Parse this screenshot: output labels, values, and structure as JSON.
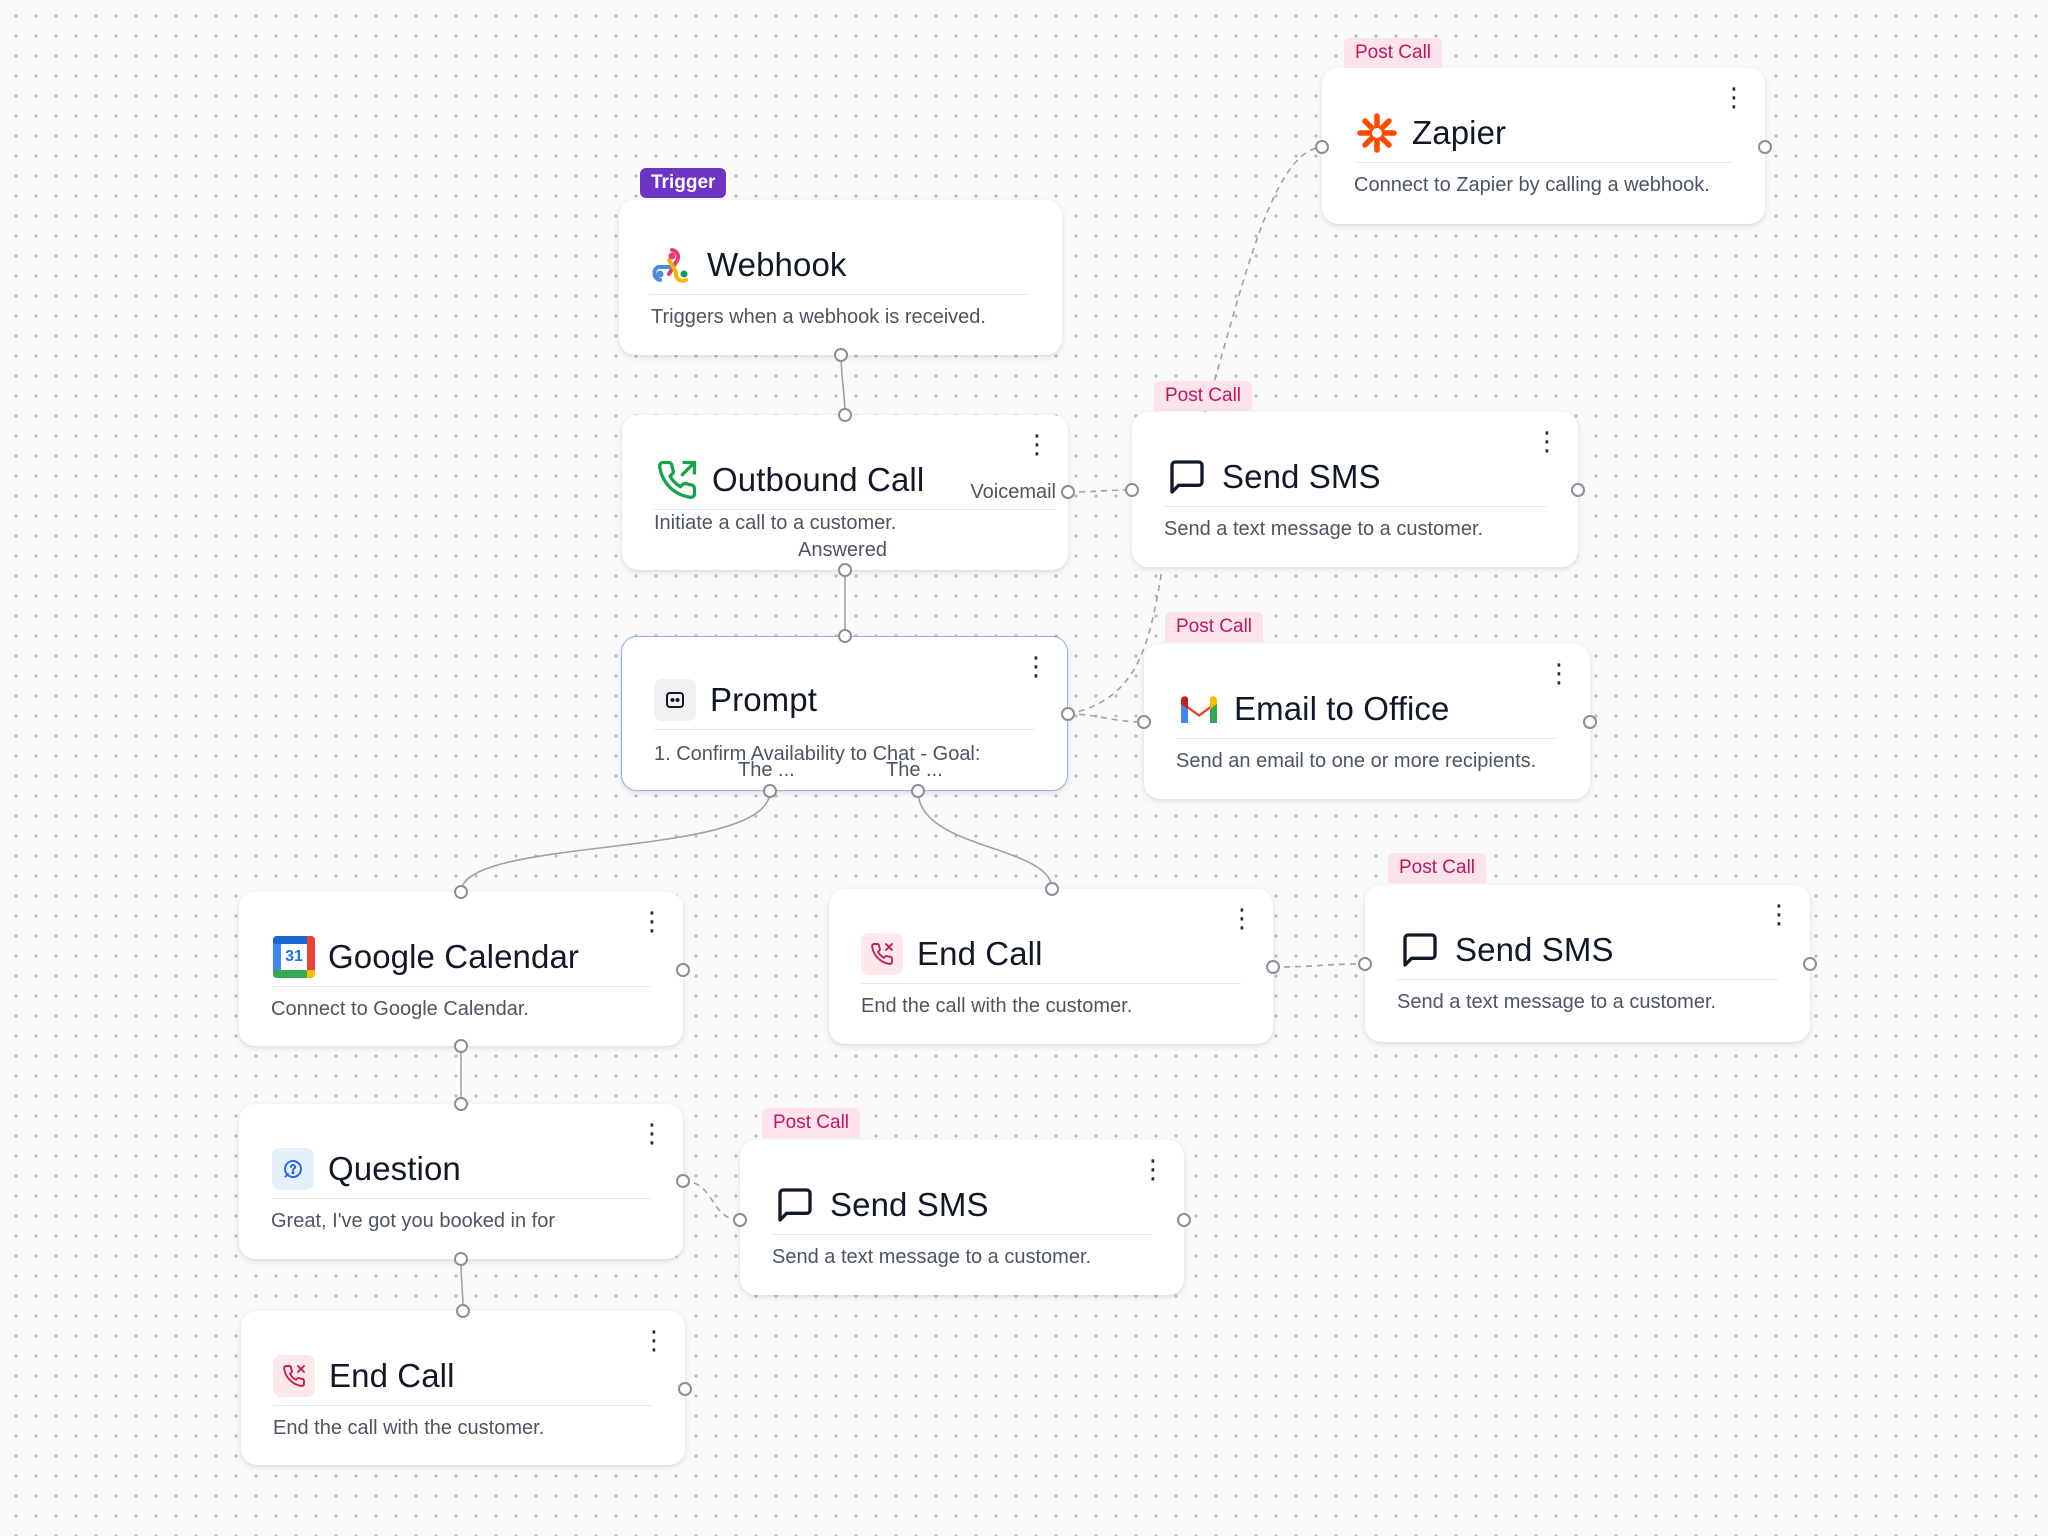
{
  "nodes": {
    "zapier": {
      "tag": "Post Call",
      "title": "Zapier",
      "desc": "Connect to Zapier by calling a webhook."
    },
    "webhook": {
      "tag": "Trigger",
      "title": "Webhook",
      "desc": "Triggers when a webhook is received."
    },
    "outbound": {
      "title": "Outbound Call",
      "desc": "Initiate a call to a customer.",
      "port_voicemail": "Voicemail",
      "port_answered": "Answered"
    },
    "sms1": {
      "tag": "Post Call",
      "title": "Send SMS",
      "desc": "Send a text message to a customer."
    },
    "prompt": {
      "title": "Prompt",
      "desc": "1. Confirm Availability to Chat - Goal:",
      "port_left": "The ...",
      "port_right": "The ..."
    },
    "email": {
      "tag": "Post Call",
      "title": "Email to Office",
      "desc": "Send an email to one or more recipients."
    },
    "gcal": {
      "title": "Google Calendar",
      "desc": "Connect to Google Calendar.",
      "icon_day": "31"
    },
    "endcall1": {
      "title": "End Call",
      "desc": "End the call with the customer."
    },
    "sms2": {
      "tag": "Post Call",
      "title": "Send SMS",
      "desc": "Send a text message to a customer."
    },
    "question": {
      "title": "Question",
      "desc": "Great, I've got you booked in for"
    },
    "sms3": {
      "tag": "Post Call",
      "title": "Send SMS",
      "desc": "Send a text message to a customer."
    },
    "endcall2": {
      "title": "End Call",
      "desc": "End the call with the customer."
    }
  },
  "kebab_glyph": "⋮",
  "colors": {
    "trigger_tag": "#6d35c4",
    "post_call_tag_bg": "#fde4ec",
    "post_call_tag_text": "#be185d",
    "selected_border": "#93b4e8",
    "handle": "#8a8f98",
    "edge": "#a1a1aa"
  }
}
